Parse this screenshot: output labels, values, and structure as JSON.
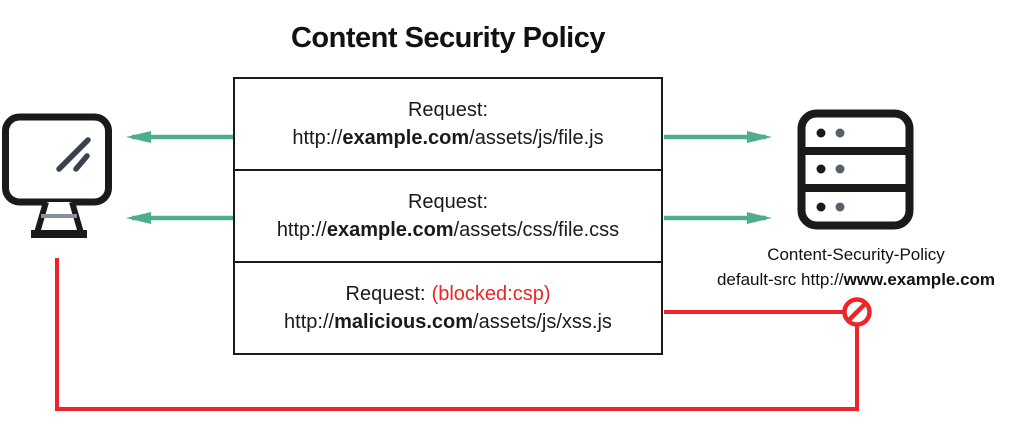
{
  "title": "Content Security Policy",
  "colors": {
    "green": "#4cae8d",
    "red": "#ee2428",
    "ink": "#1a1a1a"
  },
  "requests": [
    {
      "label": "Request:",
      "url_prefix": "http://",
      "domain": "example.com",
      "path": "/assets/js/file.js"
    },
    {
      "label": "Request:",
      "url_prefix": "http://",
      "domain": "example.com",
      "path": "/assets/css/file.css"
    },
    {
      "label": "Request:",
      "blocked_note": "(blocked:csp)",
      "url_prefix": "http://",
      "domain": "malicious.com",
      "path": "/assets/js/xss.js"
    }
  ],
  "server": {
    "label_line1": "Content-Security-Policy",
    "label_line2_prefix": "default-src http://",
    "label_line2_bold": "www.example.com"
  },
  "icons": {
    "client": "monitor-icon",
    "server": "server-icon",
    "blocked": "no-entry-icon"
  }
}
